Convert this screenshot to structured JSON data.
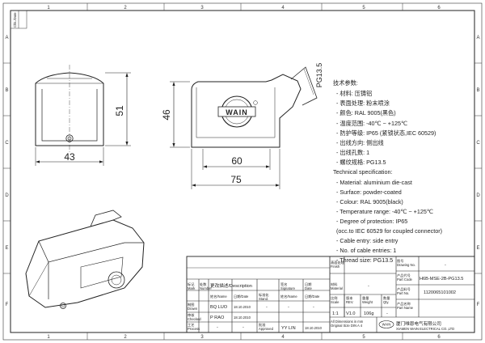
{
  "grid": {
    "cols": [
      "1",
      "2",
      "3",
      "4",
      "5",
      "6"
    ],
    "rows": [
      "A",
      "B",
      "C",
      "D",
      "E",
      "F"
    ]
  },
  "views": {
    "front": {
      "width_dim": "43",
      "height_dim": "51"
    },
    "side": {
      "inner_width_dim": "60",
      "outer_width_dim": "75",
      "height_dim": "46",
      "thread_label": "PG13.5",
      "logo": "WAIN"
    }
  },
  "spec_cn": {
    "title": "技术参数:",
    "lines": [
      "- 材料: 压铸铝",
      "- 表面处理: 粉末喷涂",
      "- 颜色: RAL 9005(黑色)",
      "- 温度范围: -40℃ ~ +125℃",
      "- 防护等级: IP65 (紧锁状态,IEC 60529)",
      "- 出线方向: 侧出线",
      "- 出线孔数: 1",
      "- 螺纹规格: PG13.5"
    ]
  },
  "spec_en": {
    "title": "Technical specification:",
    "lines": [
      "- Material: aluminium die-cast",
      "- Surface: powder-coated",
      "- Colour: RAL 9005(black)",
      "- Temperature range: -40℃ ~ +125℃",
      "- Degree of protection: IP65",
      "  (occ.to IEC 60529 for coupled connector)",
      "- Cable entry: side entry",
      "- No. of cable entries: 1",
      "- Thread size: PG13.5"
    ]
  },
  "title_block": {
    "finish_label": "表面处理\nFinish",
    "finish_value": "",
    "material_label": "材料\nMaterial",
    "material_value": "-",
    "drawing_no_label": "图号\nDrawing No.",
    "drawing_no_value": "-",
    "part_code_label": "产品代号\nPart Code",
    "part_code_value": "H6B-MSE-2B-PG13.5",
    "part_no_label": "产品料号\nPart No.",
    "part_no_value": "1120065101002",
    "part_name_label": "产品名称\nPart Name",
    "part_name_value": "",
    "scale_label": "比例\nScale",
    "scale_value": "1:1",
    "rev_label": "版本\nREV.",
    "rev_value": "V1.0",
    "weight_label": "重量\nWeight",
    "weight_value": "106g",
    "qty_label": "数量\nQty.",
    "qty_value": "-",
    "dims_note": "All Dimensions in mm\nOriginal Size DIN A 4",
    "company_cn": "厦门唯恩电气有限公司",
    "company_en": "XIAMEN WAIN ELECTRICAL CO.,LTD",
    "company_logo": "WAIN",
    "rev_header": {
      "mark": "标记\nMark",
      "number": "处数\nNumber",
      "description": "更改描述/Description",
      "signature": "签名\nSignature",
      "date": "日期\nDate"
    },
    "sign_header": {
      "name": "姓名/Name",
      "date": "日期/Date",
      "stand": "标准化\nStand.",
      "name2": "姓名/Name",
      "date2": "日期/Date"
    },
    "drawn_label": "制图\nDrawn",
    "drawn_name": "BQ LUO",
    "drawn_date": "18.10.2010",
    "checked_label": "审核\nChecked",
    "checked_name": "P RAO",
    "checked_date": "18.10.2010",
    "process_label": "工艺\nProcess",
    "approved_label": "批准\nApproved",
    "approved_name": "YY LIN",
    "approved_date": "18.10.2010",
    "stand_value": "-",
    "dash": "-"
  },
  "corner_stamp": "Chk./Date"
}
